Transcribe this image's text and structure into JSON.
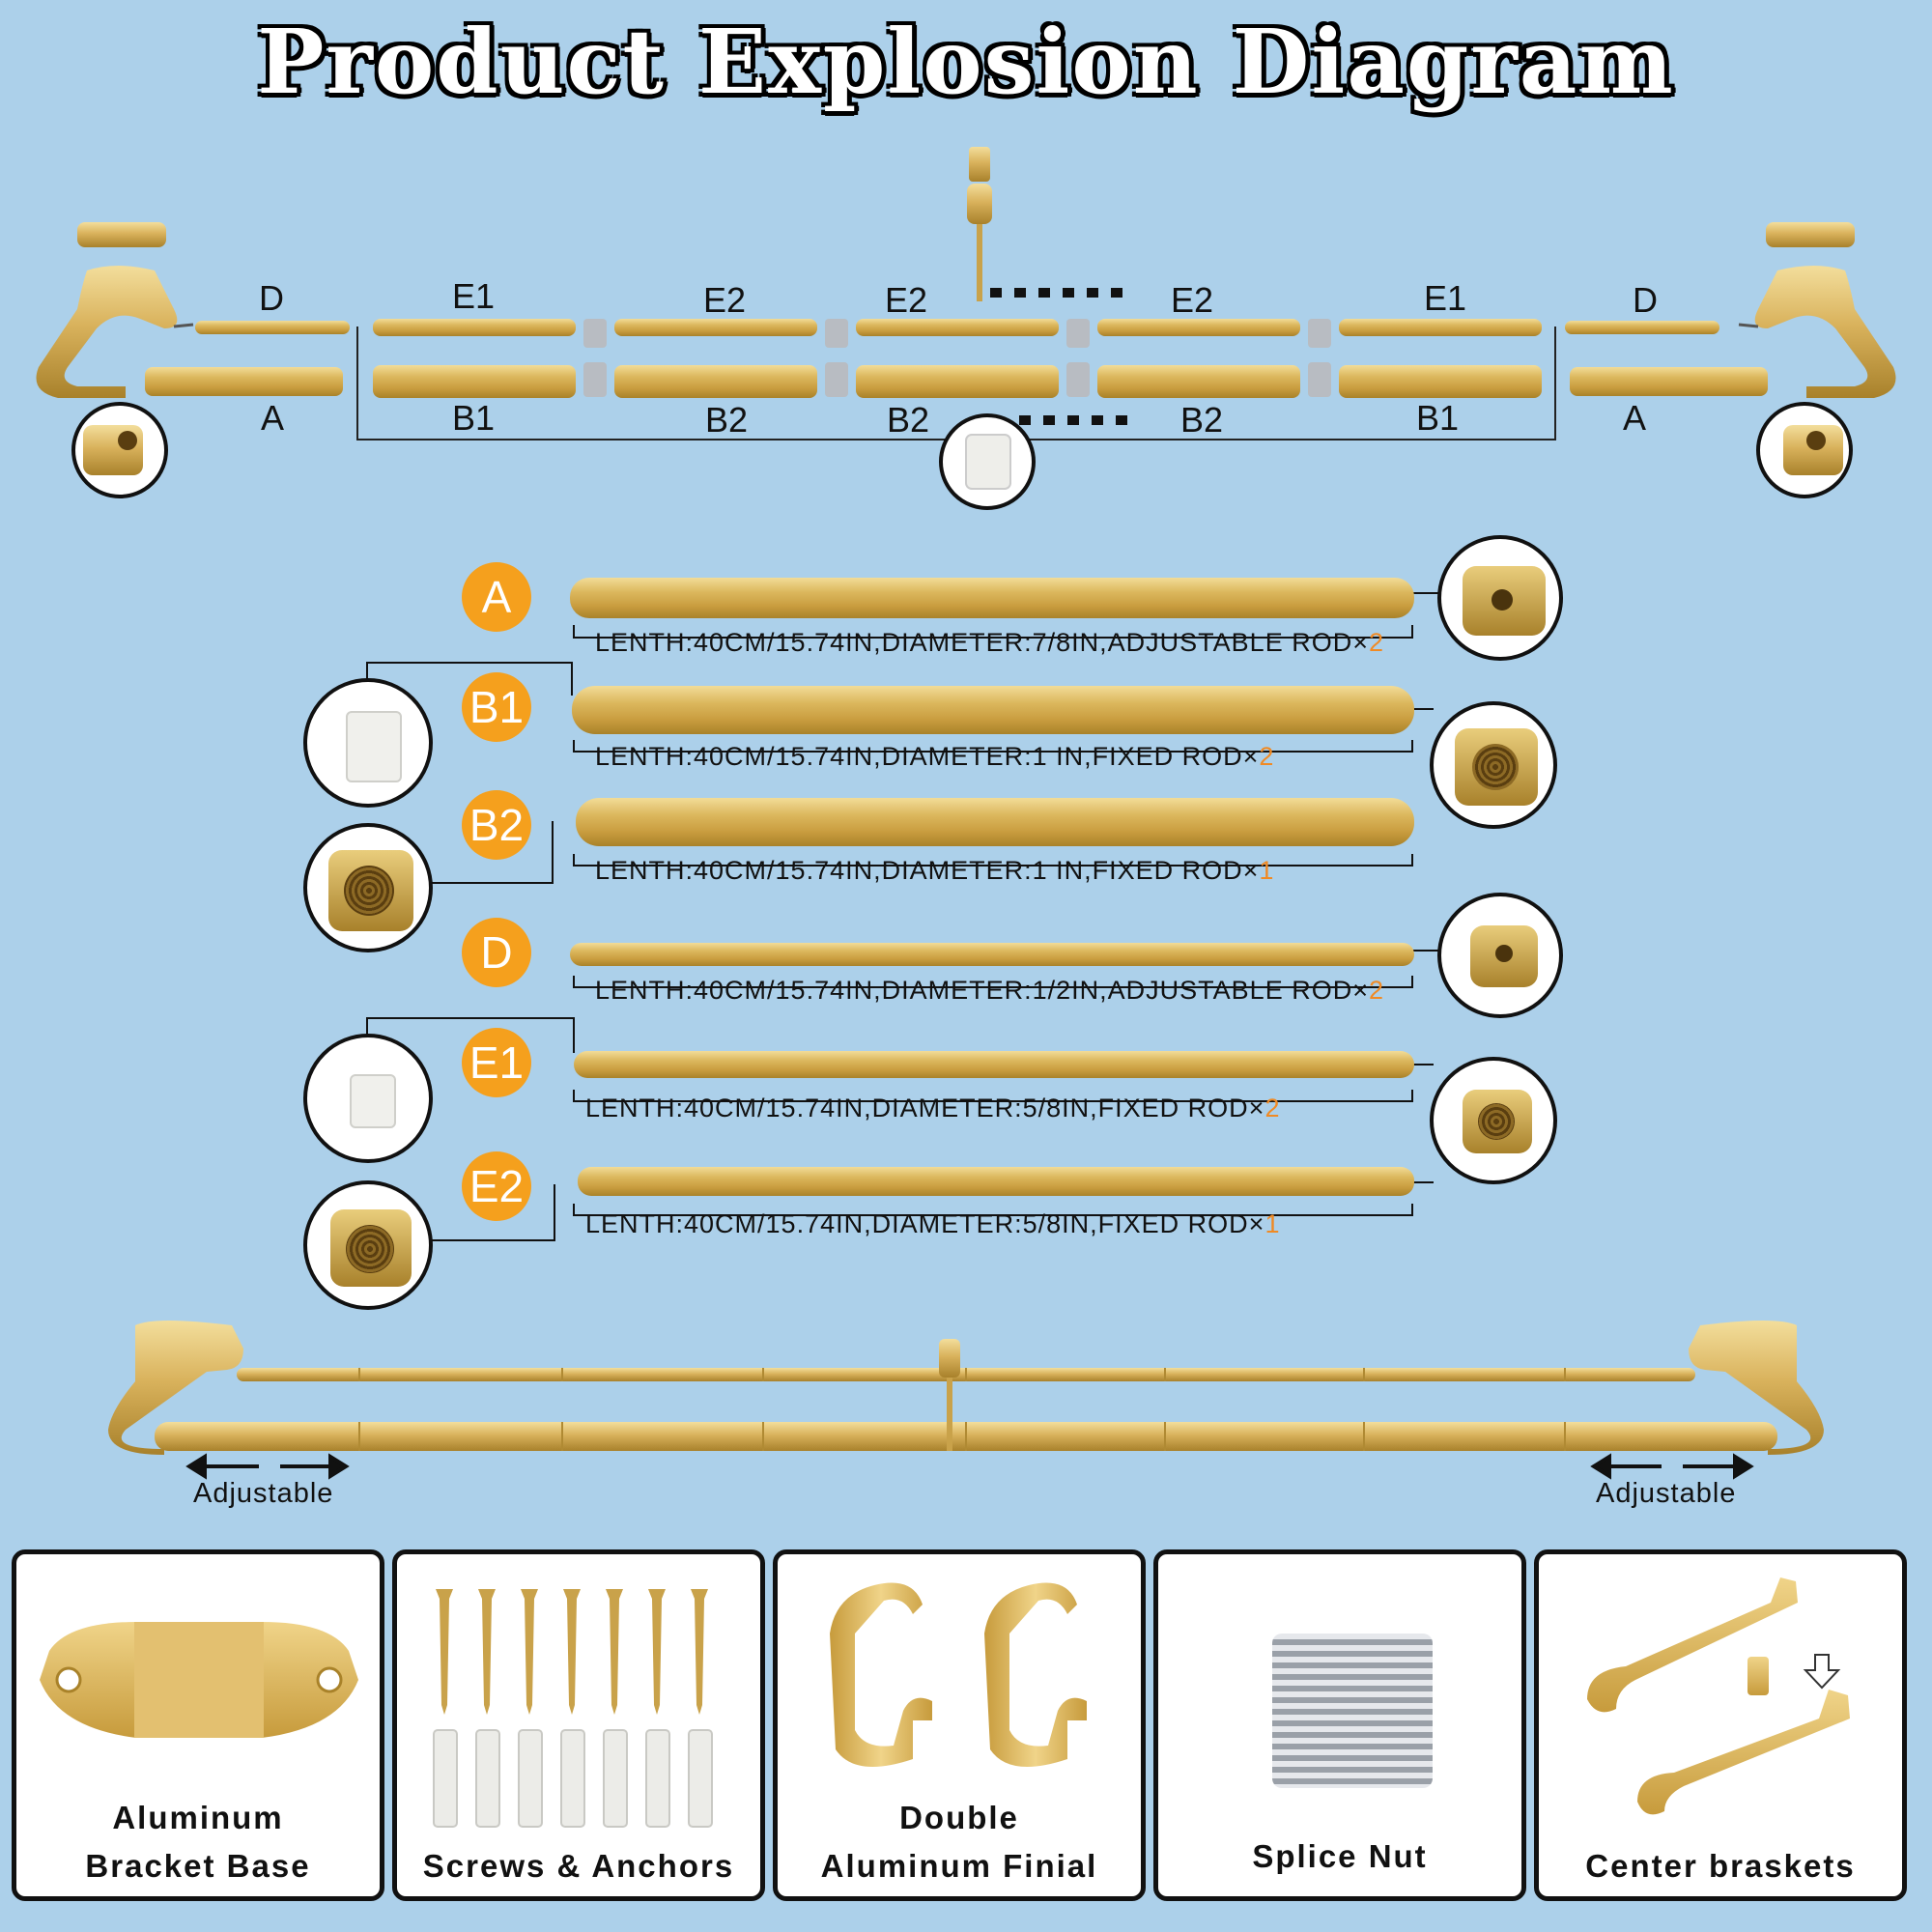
{
  "title": "Product Explosion Diagram",
  "top_labels": {
    "upper": [
      "D",
      "E1",
      "E2",
      "E2",
      "E2",
      "E1",
      "D"
    ],
    "lower": [
      "A",
      "B1",
      "B2",
      "B2",
      "B2",
      "B1",
      "A"
    ]
  },
  "parts": [
    {
      "id": "A",
      "spec": "LENTH:40CM/15.74IN,DIAMETER:7/8IN,ADJUSTABLE ROD×",
      "qty": "2"
    },
    {
      "id": "B1",
      "spec": "LENTH:40CM/15.74IN,DIAMETER:1 IN,FIXED ROD×",
      "qty": "2"
    },
    {
      "id": "B2",
      "spec": "LENTH:40CM/15.74IN,DIAMETER:1 IN,FIXED ROD×",
      "qty": "1"
    },
    {
      "id": "D",
      "spec": "LENTH:40CM/15.74IN,DIAMETER:1/2IN,ADJUSTABLE ROD×",
      "qty": "2"
    },
    {
      "id": "E1",
      "spec": "LENTH:40CM/15.74IN,DIAMETER:5/8IN,FIXED ROD×",
      "qty": "2"
    },
    {
      "id": "E2",
      "spec": "LENTH:40CM/15.74IN,DIAMETER:5/8IN,FIXED ROD×",
      "qty": "1"
    }
  ],
  "adjustable": {
    "left": "Adjustable",
    "right": "Adjustable"
  },
  "cards": [
    {
      "line1": "Aluminum",
      "line2": "Bracket Base"
    },
    {
      "line1": "",
      "line2": "Screws & Anchors"
    },
    {
      "line1": "Double",
      "line2": "Aluminum Finial"
    },
    {
      "line1": "",
      "line2": "Splice Nut"
    },
    {
      "line1": "",
      "line2": "Center braskets"
    }
  ],
  "colors": {
    "background": "#acd0ea",
    "gold": "#d8b25a",
    "badge": "#f5a01d",
    "qty": "#f08a24"
  }
}
